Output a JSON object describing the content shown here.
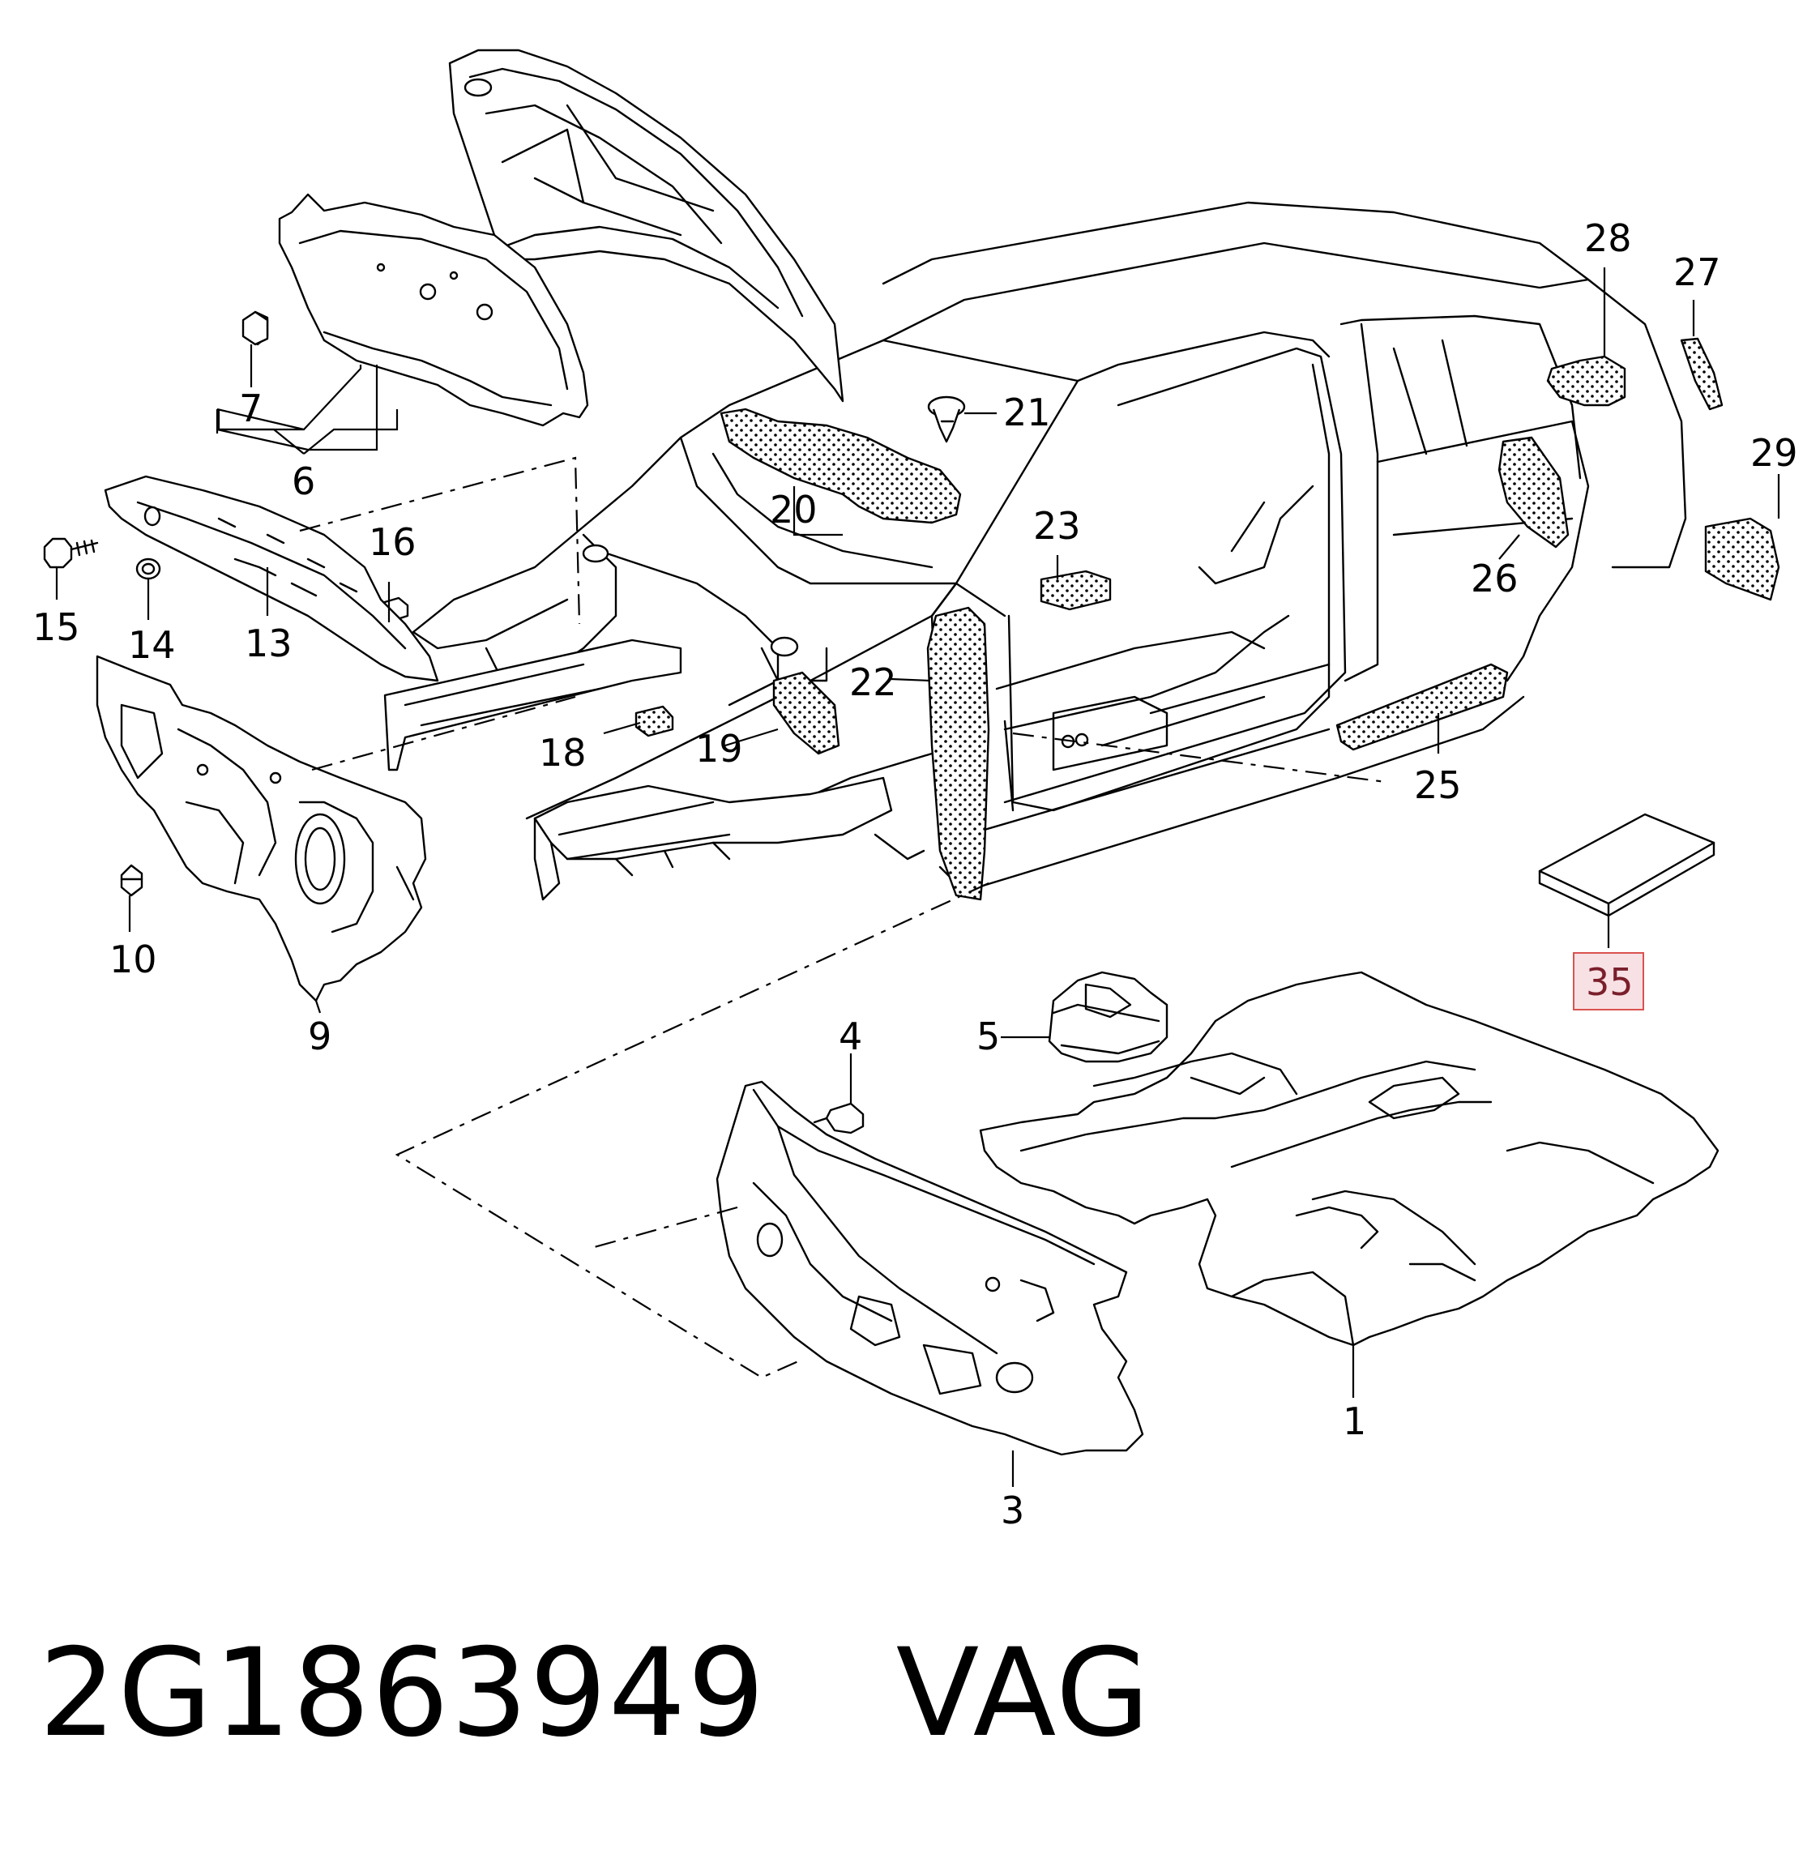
{
  "diagram": {
    "callouts": [
      "1",
      "3",
      "4",
      "5",
      "6",
      "7",
      "9",
      "10",
      "13",
      "14",
      "15",
      "16",
      "18",
      "19",
      "20",
      "21",
      "22",
      "23",
      "25",
      "26",
      "27",
      "28",
      "29",
      "35"
    ],
    "highlighted_callout": "35",
    "highlight_color": "#f8e1e4",
    "highlight_border": "#d9534f"
  },
  "footer": {
    "part_number": "2G1863949",
    "brand": "VAG"
  }
}
